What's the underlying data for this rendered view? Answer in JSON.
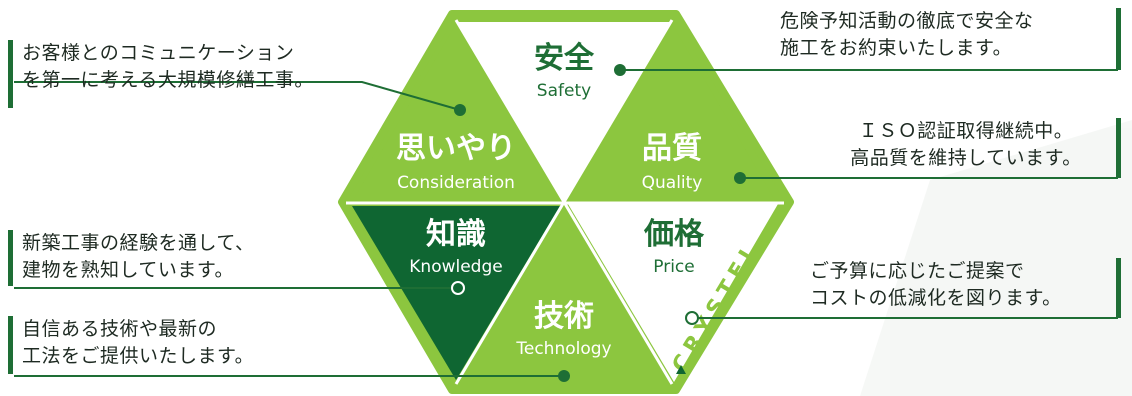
{
  "colors": {
    "hex_light_green": "#8cc63f",
    "hex_dark_green": "#0f6632",
    "hex_hex_border": "#7fbf3a",
    "connector_line": "#1e6e35",
    "text_dark": "#1e2a22",
    "text_on_green": "#ffffff",
    "text_on_white": "#1e6e35"
  },
  "segments": {
    "safety": {
      "title": "安全",
      "subtitle": "Safety"
    },
    "quality": {
      "title": "品質",
      "subtitle": "Quality"
    },
    "price": {
      "title": "価格",
      "subtitle": "Price"
    },
    "technology": {
      "title": "技術",
      "subtitle": "Technology"
    },
    "knowledge": {
      "title": "知識",
      "subtitle": "Knowledge"
    },
    "consideration": {
      "title": "思いやり",
      "subtitle": "Consideration"
    }
  },
  "brand": {
    "logo_text": "CRYSTEL"
  },
  "callouts": {
    "consideration": {
      "line1": "お客様とのコミュニケーション",
      "line2": "を第一に考える大規模修繕工事。"
    },
    "knowledge": {
      "line1": "新築工事の経験を通して、",
      "line2": "建物を熟知しています。"
    },
    "technology": {
      "line1": "自信ある技術や最新の",
      "line2": "工法をご提供いたします。"
    },
    "safety": {
      "line1": "危険予知活動の徹底で安全な",
      "line2": "施工をお約束いたします。"
    },
    "quality": {
      "line1": "ＩＳＯ認証取得継続中。",
      "line2": "高品質を維持しています。"
    },
    "price": {
      "line1": "ご予算に応じたご提案で",
      "line2": "コストの低減化を図ります。"
    }
  }
}
